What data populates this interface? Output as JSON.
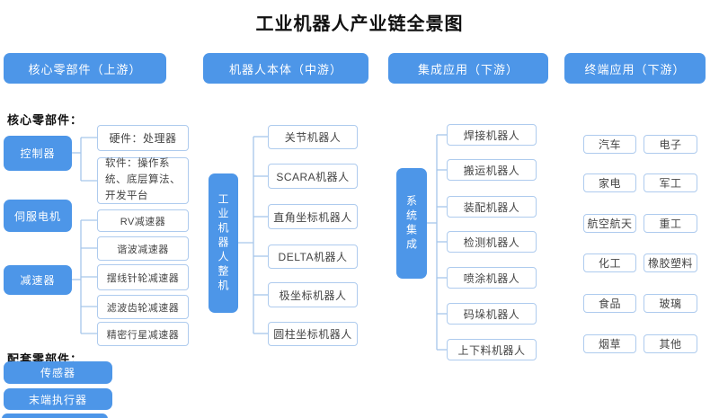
{
  "title": "工业机器人产业链全景图",
  "headers": [
    "核心零部件（上游）",
    "机器人本体（中游）",
    "集成应用（下游）",
    "终端应用（下游）"
  ],
  "upstream": {
    "core_section_label": "核心零部件：",
    "controller": "控制器",
    "controller_children": [
      "硬件：处理器",
      "软件：操作系统、底层算法、开发平台"
    ],
    "servo_motor": "伺服电机",
    "reducer": "减速器",
    "reducer_children": [
      "RV减速器",
      "谐波减速器",
      "摆线针轮减速器",
      "滤波齿轮减速器",
      "精密行星减速器"
    ],
    "support_section_label": "配套零部件：",
    "support_nodes": [
      "传感器",
      "末端执行器"
    ]
  },
  "midstream": {
    "hub": "工业机器人整机",
    "children": [
      "关节机器人",
      "SCARA机器人",
      "直角坐标机器人",
      "DELTA机器人",
      "极坐标机器人",
      "圆柱坐标机器人"
    ]
  },
  "integration": {
    "hub": "系统集成",
    "children": [
      "焊接机器人",
      "搬运机器人",
      "装配机器人",
      "检测机器人",
      "喷涂机器人",
      "码垛机器人",
      "上下料机器人"
    ]
  },
  "applications": [
    "汽车",
    "电子",
    "家电",
    "军工",
    "航空航天",
    "重工",
    "化工",
    "橡胶塑料",
    "食品",
    "玻璃",
    "烟草",
    "其他"
  ],
  "colors": {
    "primary_blue": "#4D96E8",
    "node_border": "#AECBEE",
    "connector": "#A6C6EA",
    "text_dark": "#444444"
  }
}
